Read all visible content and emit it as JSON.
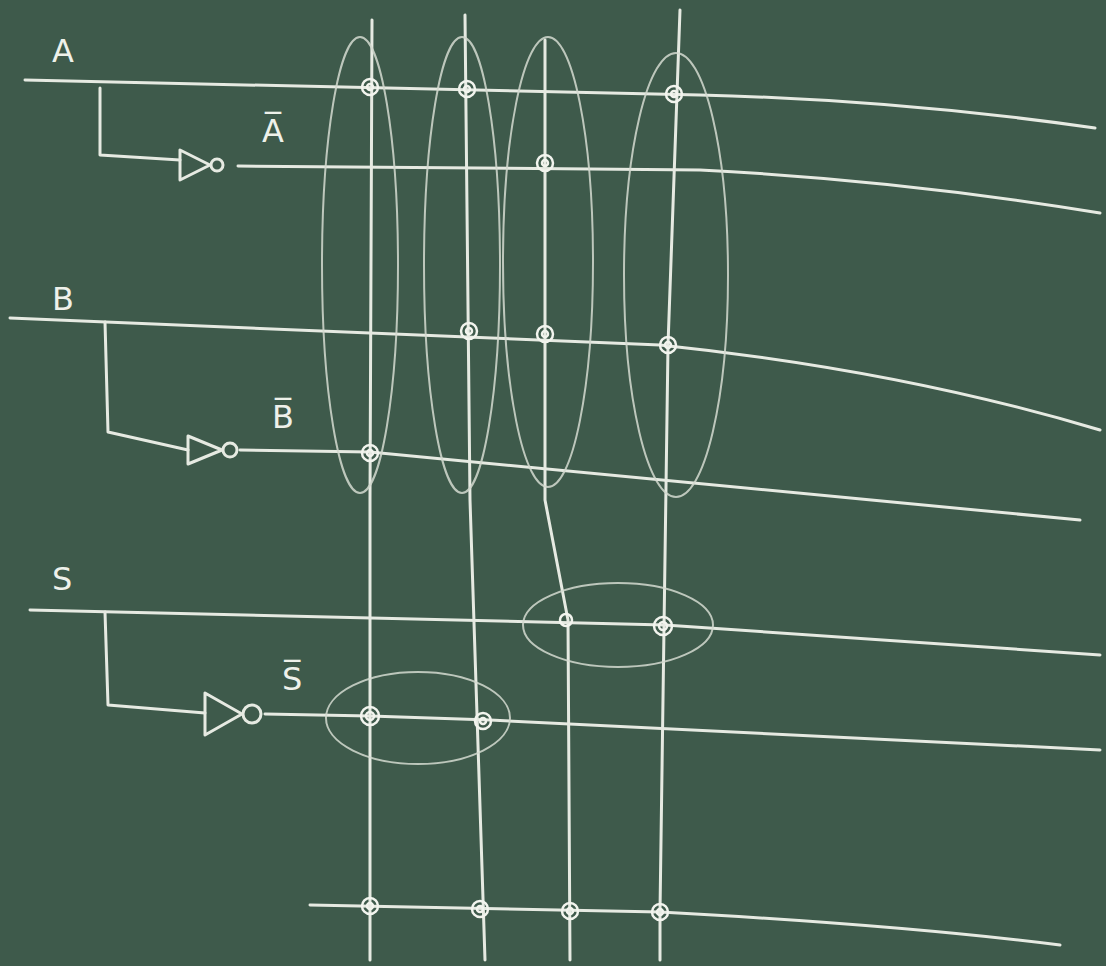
{
  "diagram": {
    "labels": [
      "A",
      "A̅",
      "B",
      "B̅",
      "S",
      "S̅"
    ]
  }
}
